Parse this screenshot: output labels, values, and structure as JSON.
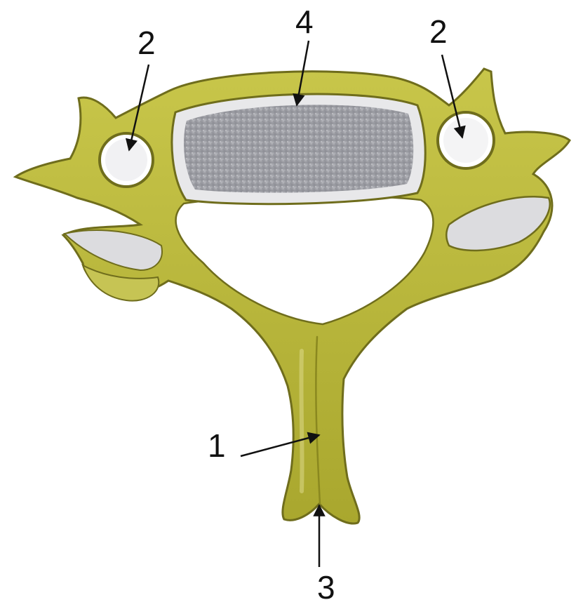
{
  "diagram": {
    "labels": {
      "spinous_process": "1",
      "transverse_foramen_left": "2",
      "transverse_foramen_right": "2",
      "bifid_tip": "3",
      "vertebral_body": "4"
    },
    "colors": {
      "bone": "#b9b53a",
      "bone_dark": "#7c7a1f",
      "bone_light": "#d6d47a",
      "body_surface": "#a9aab0",
      "foramen": "#ffffff",
      "arrow": "#111111"
    }
  }
}
